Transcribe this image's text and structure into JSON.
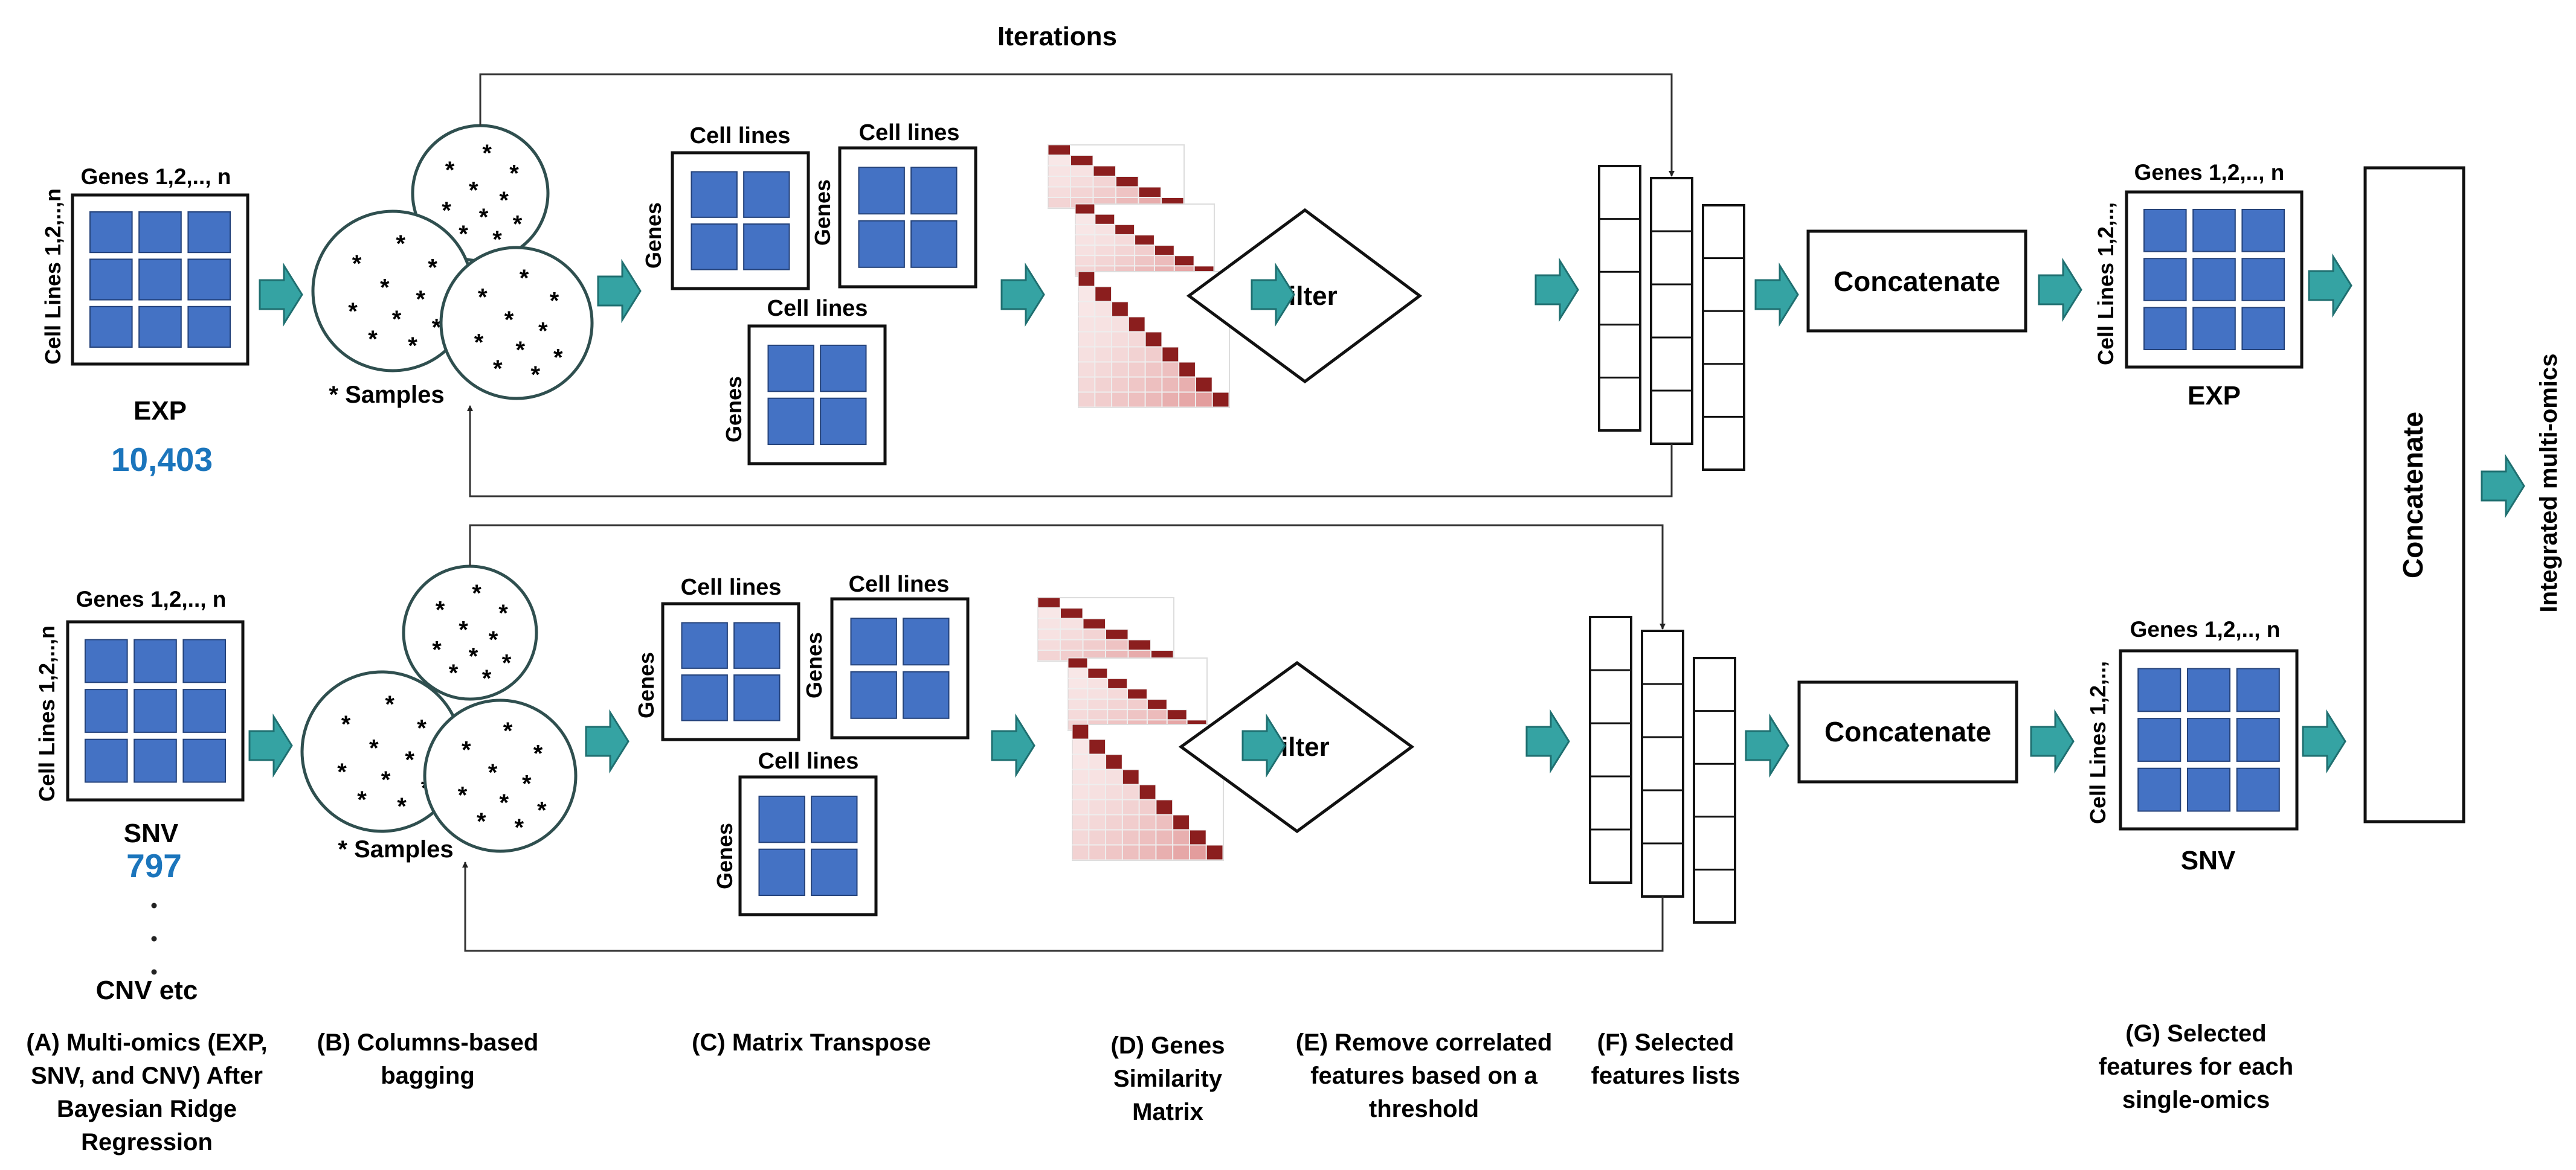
{
  "iterations_label": "Iterations",
  "genes_header": "Genes 1,2,.., n",
  "cell_lines_axis": "Cell Lines 1,2,..,n",
  "cell_lines_axis_short": "Cell Lines 1,2,..,",
  "exp_label": "EXP",
  "exp_count": "10,403",
  "snv_label": "SNV",
  "snv_count": "797",
  "cnv_label": "CNV etc",
  "samples_label": "* Samples",
  "cell_lines_label": "Cell lines",
  "genes_label": "Genes",
  "filter_label": "Filter",
  "concatenate_label": "Concatenate",
  "integrated_label": "Integrated multi-omics",
  "captions": {
    "a": [
      "(A) Multi-omics (EXP,",
      "SNV, and CNV) After",
      "Bayesian Ridge",
      "Regression"
    ],
    "b": [
      "(B) Columns-based",
      "bagging"
    ],
    "c": [
      "(C) Matrix Transpose"
    ],
    "d": [
      "(D) Genes",
      "Similarity",
      "Matrix"
    ],
    "e": [
      "(E) Remove correlated",
      "features based on a",
      "threshold"
    ],
    "f": [
      "(F) Selected",
      "features lists"
    ],
    "g": [
      "(G) Selected",
      "features for each",
      "single-omics"
    ]
  },
  "colors": {
    "matrix_block": "#4472c4",
    "arrow": "#35a3a3",
    "count_text": "#1b75bc",
    "heat_dark": "#8b1e1e"
  }
}
